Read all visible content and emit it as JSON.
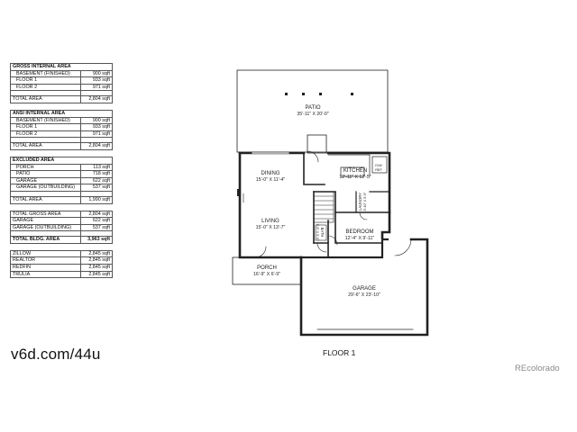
{
  "tables": {
    "gross": {
      "title": "GROSS INTERNAL AREA",
      "rows": [
        {
          "label": "BASEMENT (FINISHED)",
          "value": "900 sqft"
        },
        {
          "label": "FLOOR 1",
          "value": "933 sqft"
        },
        {
          "label": "FLOOR 2",
          "value": "971 sqft"
        }
      ],
      "total_label": "TOTAL AREA",
      "total_value": "2,804 sqft"
    },
    "ansi": {
      "title": "ANSI INTERNAL AREA",
      "rows": [
        {
          "label": "BASEMENT (FINISHED)",
          "value": "900 sqft"
        },
        {
          "label": "FLOOR 1",
          "value": "933 sqft"
        },
        {
          "label": "FLOOR 2",
          "value": "971 sqft"
        }
      ],
      "total_label": "TOTAL AREA",
      "total_value": "2,804 sqft"
    },
    "excluded": {
      "title": "EXCLUDED AREA",
      "rows": [
        {
          "label": "PORCH",
          "value": "113 sqft"
        },
        {
          "label": "PATIO",
          "value": "718 sqft"
        },
        {
          "label": "GARAGE",
          "value": "622 sqft"
        },
        {
          "label": "GARAGE (OUTBUILDING)",
          "value": "537 sqft"
        }
      ],
      "total_label": "TOTAL AREA",
      "total_value": "1,990 sqft"
    },
    "summary": {
      "rows": [
        {
          "label": "TOTAL GROSS AREA",
          "value": "2,804 sqft"
        },
        {
          "label": "GARAGE",
          "value": "622 sqft"
        },
        {
          "label": "GARAGE (OUTBUILDING)",
          "value": "537 sqft"
        }
      ],
      "total_label": "TOTAL BLDG. AREA",
      "total_value": "3,963 sqft"
    },
    "sites": {
      "rows": [
        {
          "label": "ZILLOW",
          "value": "2,845 sqft"
        },
        {
          "label": "REALTOR",
          "value": "2,845 sqft"
        },
        {
          "label": "REDFIN",
          "value": "2,845 sqft"
        },
        {
          "label": "TRULIA",
          "value": "2,845 sqft"
        }
      ]
    }
  },
  "url": "v6d.com/44u",
  "floor_label": "FLOOR 1",
  "brand": "REcolorado",
  "rooms": {
    "patio": {
      "name": "PATIO",
      "dims": "35'-11\" X 20'-0\""
    },
    "dining": {
      "name": "DINING",
      "dims": "15'-0\" X 11'-4\""
    },
    "kitchen": {
      "name": "KITCHEN",
      "dims": "12'-11\" X 12'-5\""
    },
    "living": {
      "name": "LIVING",
      "dims": "15'-0\" X 13'-7\""
    },
    "bath": {
      "name": "BATH",
      "dims": "5'-6\" X 5'-0\""
    },
    "laundry": {
      "name": "LAUNDRY",
      "dims": "5'-10\" X 5'-9\""
    },
    "bedroom": {
      "name": "BEDROOM",
      "dims": "12'-4\" X 9'-11\""
    },
    "porch": {
      "name": "PORCH",
      "dims": "16'-9\" X 6'-9\""
    },
    "garage": {
      "name": "GARAGE",
      "dims": "29'-6\" X 23'-10\""
    },
    "dw_label": "D/W",
    "ref_label": "REF"
  }
}
